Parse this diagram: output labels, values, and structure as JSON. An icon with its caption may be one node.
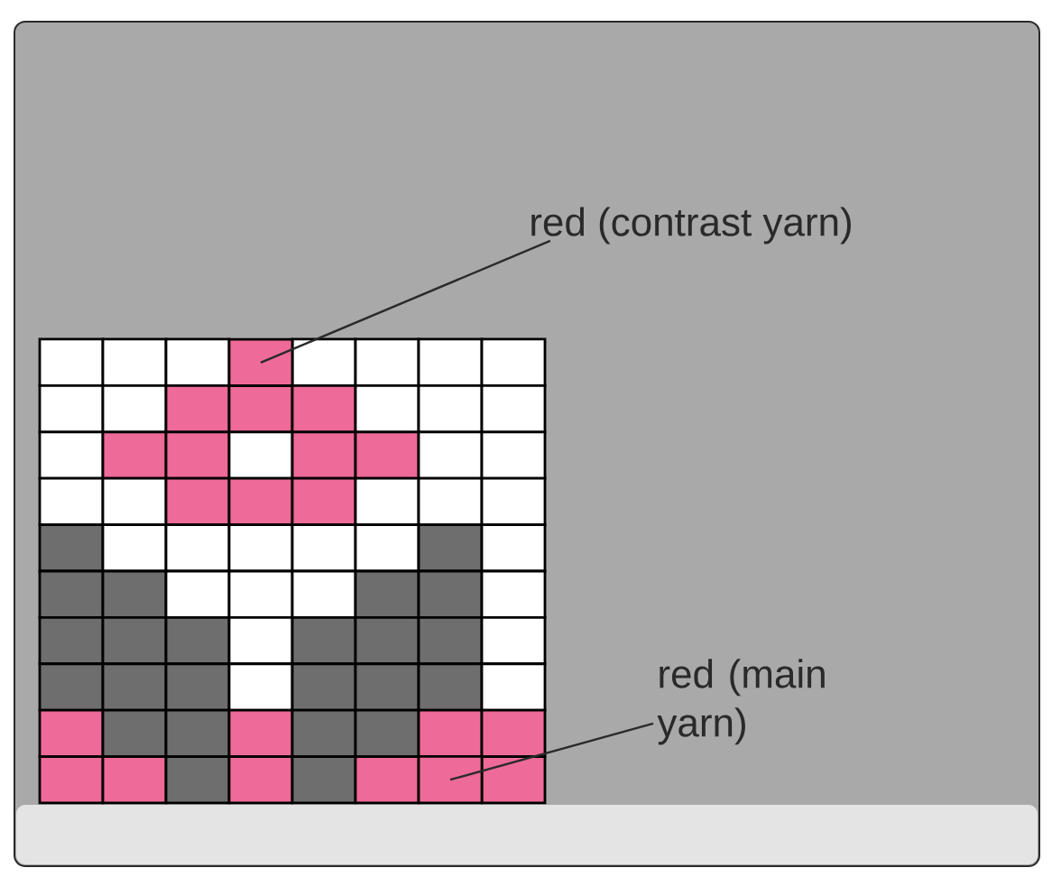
{
  "diagram": {
    "nodes": [
      {
        "text": [
          "red (contrast yarn)"
        ]
      },
      {
        "text": [
          "red (main yarn)"
        ]
      },
      {
        "text": [],
        "shape": "box"
      },
      {
        "text": [],
        "shape": "box"
      }
    ],
    "edges": [
      {
        "from": 0,
        "to": 2,
        "arrow": "none"
      },
      {
        "from": 1,
        "to": 3,
        "arrow": "none"
      }
    ]
  }
}
